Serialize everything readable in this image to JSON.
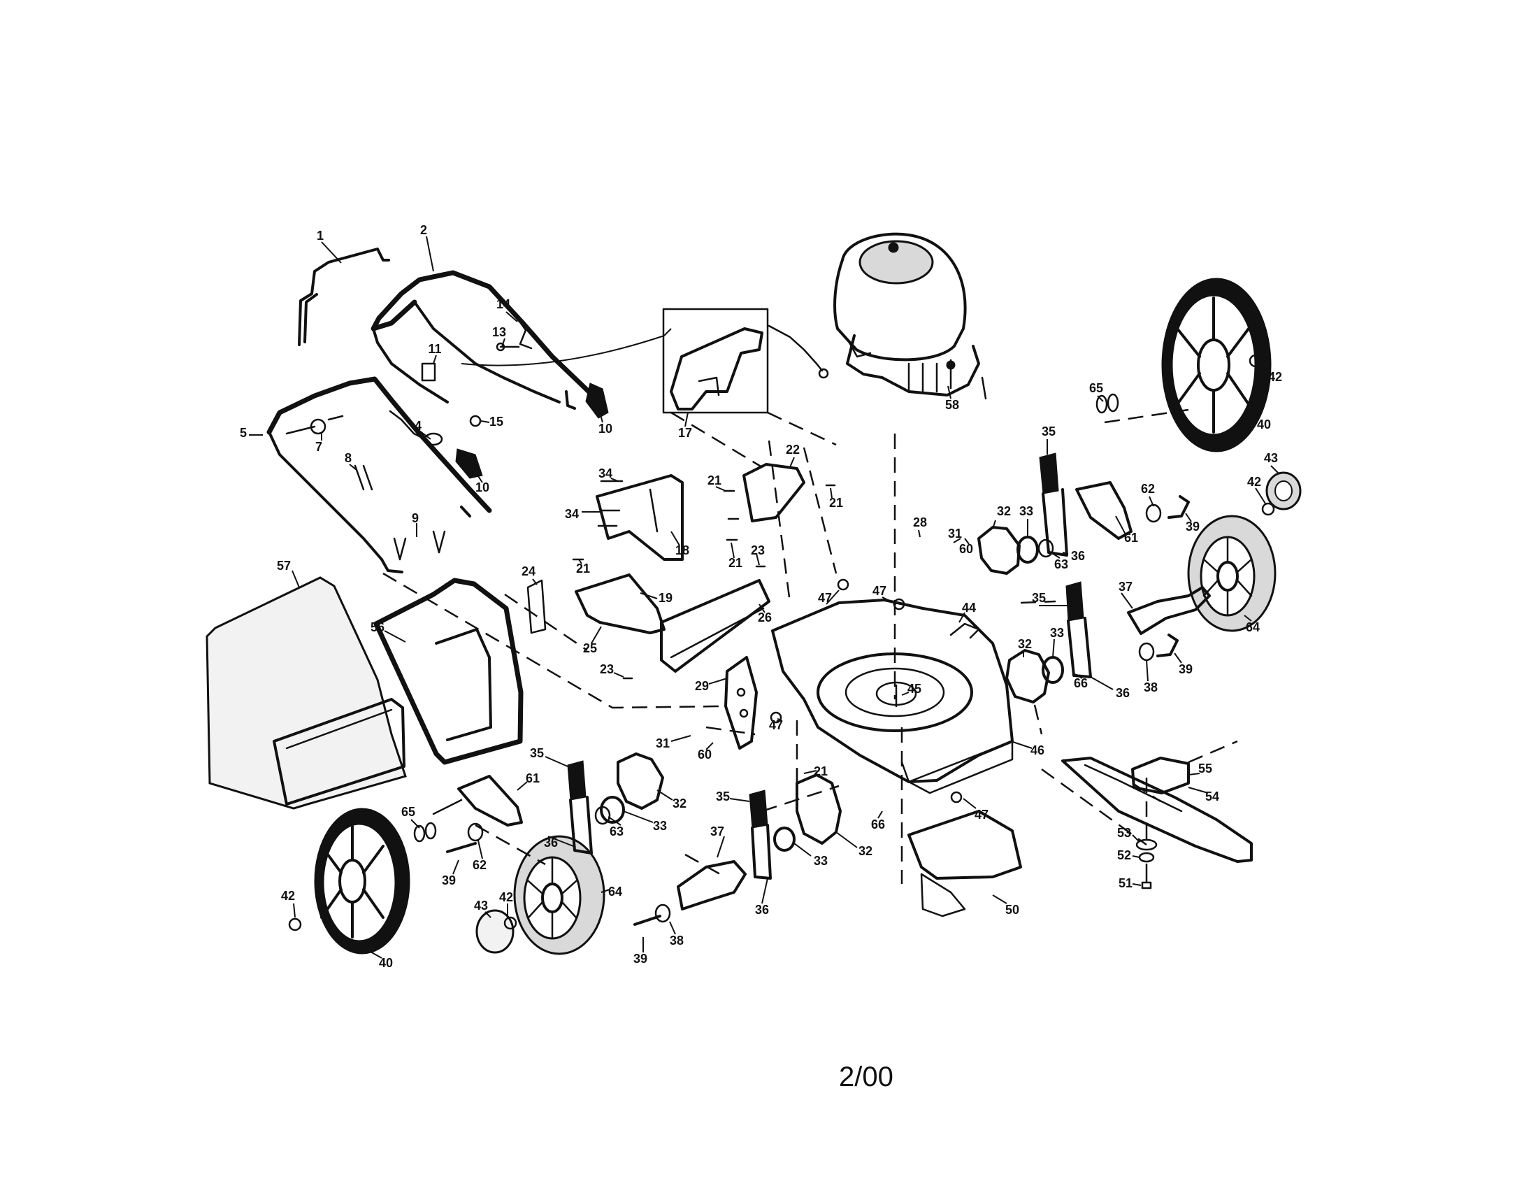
{
  "diagram": {
    "date_code": "2/00",
    "callouts": [
      {
        "id": "c1",
        "label": "1"
      },
      {
        "id": "c2",
        "label": "2"
      },
      {
        "id": "c4",
        "label": "4"
      },
      {
        "id": "c5",
        "label": "5"
      },
      {
        "id": "c7",
        "label": "7"
      },
      {
        "id": "c8",
        "label": "8"
      },
      {
        "id": "c9",
        "label": "9"
      },
      {
        "id": "c10a",
        "label": "10"
      },
      {
        "id": "c10b",
        "label": "10"
      },
      {
        "id": "c11",
        "label": "11"
      },
      {
        "id": "c13",
        "label": "13"
      },
      {
        "id": "c14",
        "label": "14"
      },
      {
        "id": "c15",
        "label": "15"
      },
      {
        "id": "c17",
        "label": "17"
      },
      {
        "id": "c18",
        "label": "18"
      },
      {
        "id": "c19",
        "label": "19"
      },
      {
        "id": "c21a",
        "label": "21"
      },
      {
        "id": "c21b",
        "label": "21"
      },
      {
        "id": "c21c",
        "label": "21"
      },
      {
        "id": "c21d",
        "label": "21"
      },
      {
        "id": "c21e",
        "label": "21"
      },
      {
        "id": "c22",
        "label": "22"
      },
      {
        "id": "c23a",
        "label": "23"
      },
      {
        "id": "c23b",
        "label": "23"
      },
      {
        "id": "c24",
        "label": "24"
      },
      {
        "id": "c25",
        "label": "25"
      },
      {
        "id": "c26",
        "label": "26"
      },
      {
        "id": "c28",
        "label": "28"
      },
      {
        "id": "c29",
        "label": "29"
      },
      {
        "id": "c31a",
        "label": "31"
      },
      {
        "id": "c31b",
        "label": "31"
      },
      {
        "id": "c32a",
        "label": "32"
      },
      {
        "id": "c32b",
        "label": "32"
      },
      {
        "id": "c32c",
        "label": "32"
      },
      {
        "id": "c32d",
        "label": "32"
      },
      {
        "id": "c33a",
        "label": "33"
      },
      {
        "id": "c33b",
        "label": "33"
      },
      {
        "id": "c33c",
        "label": "33"
      },
      {
        "id": "c33d",
        "label": "33"
      },
      {
        "id": "c34a",
        "label": "34"
      },
      {
        "id": "c34b",
        "label": "34"
      },
      {
        "id": "c35a",
        "label": "35"
      },
      {
        "id": "c35b",
        "label": "35"
      },
      {
        "id": "c35c",
        "label": "35"
      },
      {
        "id": "c35d",
        "label": "35"
      },
      {
        "id": "c36a",
        "label": "36"
      },
      {
        "id": "c36b",
        "label": "36"
      },
      {
        "id": "c36c",
        "label": "36"
      },
      {
        "id": "c36d",
        "label": "36"
      },
      {
        "id": "c37a",
        "label": "37"
      },
      {
        "id": "c37b",
        "label": "37"
      },
      {
        "id": "c38a",
        "label": "38"
      },
      {
        "id": "c38b",
        "label": "38"
      },
      {
        "id": "c39a",
        "label": "39"
      },
      {
        "id": "c39b",
        "label": "39"
      },
      {
        "id": "c39c",
        "label": "39"
      },
      {
        "id": "c39d",
        "label": "39"
      },
      {
        "id": "c40a",
        "label": "40"
      },
      {
        "id": "c40b",
        "label": "40"
      },
      {
        "id": "c42a",
        "label": "42"
      },
      {
        "id": "c42b",
        "label": "42"
      },
      {
        "id": "c42c",
        "label": "42"
      },
      {
        "id": "c42d",
        "label": "42"
      },
      {
        "id": "c43a",
        "label": "43"
      },
      {
        "id": "c43b",
        "label": "43"
      },
      {
        "id": "c44",
        "label": "44"
      },
      {
        "id": "c45",
        "label": "45"
      },
      {
        "id": "c46",
        "label": "46"
      },
      {
        "id": "c47a",
        "label": "47"
      },
      {
        "id": "c47b",
        "label": "47"
      },
      {
        "id": "c47c",
        "label": "47"
      },
      {
        "id": "c47d",
        "label": "47"
      },
      {
        "id": "c50",
        "label": "50"
      },
      {
        "id": "c51",
        "label": "51"
      },
      {
        "id": "c52",
        "label": "52"
      },
      {
        "id": "c53",
        "label": "53"
      },
      {
        "id": "c54",
        "label": "54"
      },
      {
        "id": "c55",
        "label": "55"
      },
      {
        "id": "c56",
        "label": "56"
      },
      {
        "id": "c57",
        "label": "57"
      },
      {
        "id": "c58",
        "label": "58"
      },
      {
        "id": "c60a",
        "label": "60"
      },
      {
        "id": "c60b",
        "label": "60"
      },
      {
        "id": "c61a",
        "label": "61"
      },
      {
        "id": "c61b",
        "label": "61"
      },
      {
        "id": "c62a",
        "label": "62"
      },
      {
        "id": "c62b",
        "label": "62"
      },
      {
        "id": "c63a",
        "label": "63"
      },
      {
        "id": "c63b",
        "label": "63"
      },
      {
        "id": "c64a",
        "label": "64"
      },
      {
        "id": "c64b",
        "label": "64"
      },
      {
        "id": "c65a",
        "label": "65"
      },
      {
        "id": "c65b",
        "label": "65"
      },
      {
        "id": "c66a",
        "label": "66"
      },
      {
        "id": "c66b",
        "label": "66"
      }
    ]
  }
}
